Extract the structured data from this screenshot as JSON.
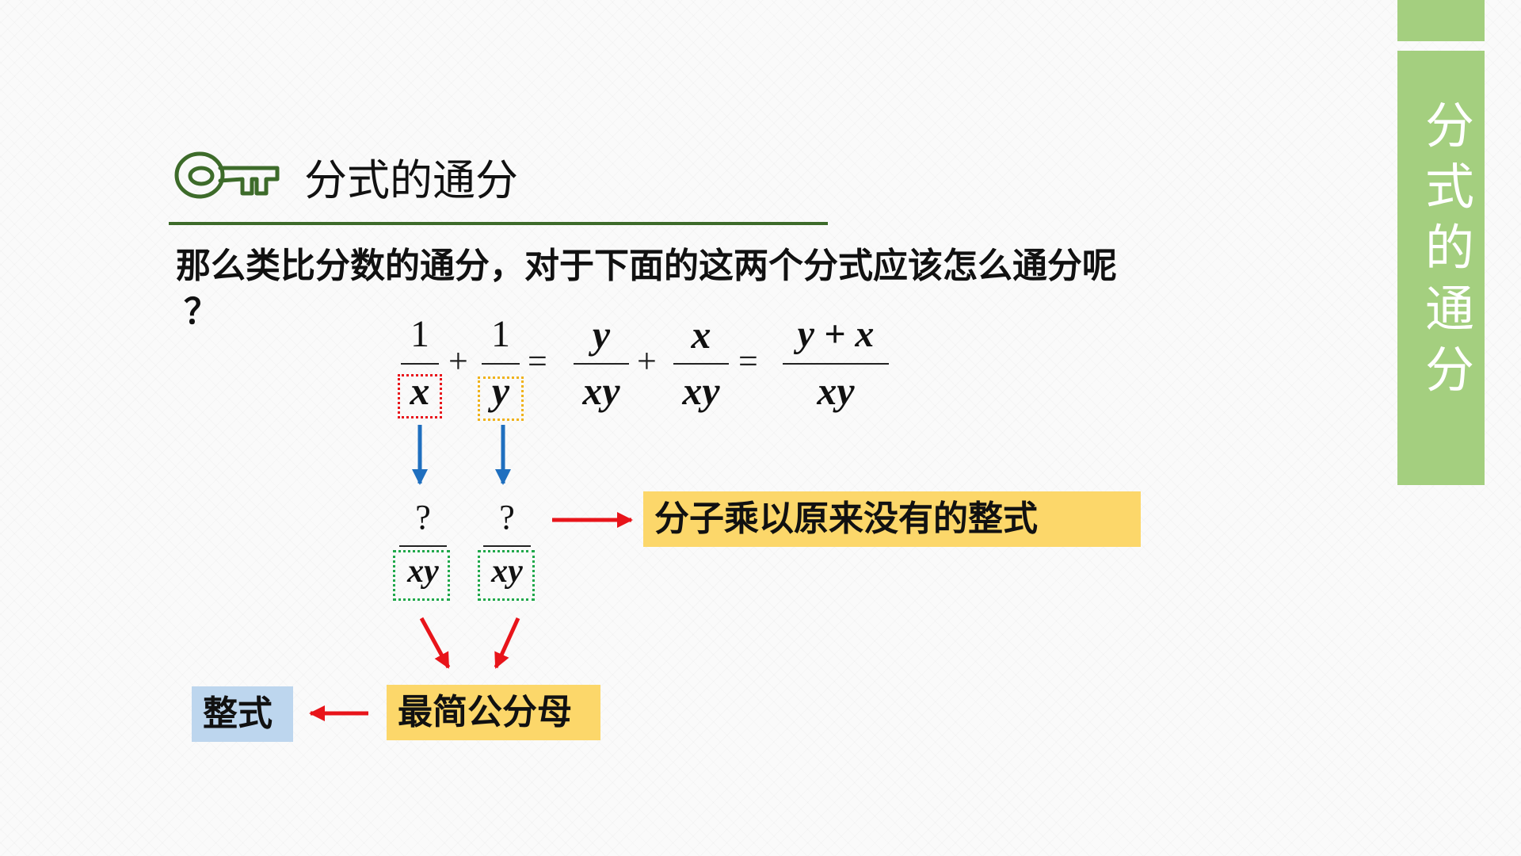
{
  "side_tab": {
    "title": "分式的通分",
    "color": "#a4cf7f"
  },
  "header": {
    "title": "分式的通分",
    "accent": "#3d6b2a"
  },
  "question": {
    "line1": "那么类比分数的通分，对于下面的这两个分式应该怎么通分呢",
    "line2": "？"
  },
  "equation": {
    "frac1": {
      "num": "1",
      "den": "x"
    },
    "frac2": {
      "num": "1",
      "den": "y"
    },
    "frac3": {
      "num": "y",
      "den": "xy"
    },
    "frac4": {
      "num": "x",
      "den": "xy"
    },
    "frac5": {
      "num": "y + x",
      "den": "xy"
    },
    "plus": "+",
    "equals": "="
  },
  "lower_fracs": [
    {
      "num": "?",
      "den": "xy"
    },
    {
      "num": "?",
      "den": "xy"
    }
  ],
  "callouts": {
    "numerator_note": "分子乘以原来没有的整式",
    "lcd": "最简公分母",
    "polynomial": "整式"
  },
  "colors": {
    "red": "#e8141a",
    "blue": "#1f6fbf",
    "green": "#1fa84a",
    "yellow_box": "#f0b21a",
    "label_yellow": "#fcd76a",
    "label_blue": "#bdd6ee"
  }
}
